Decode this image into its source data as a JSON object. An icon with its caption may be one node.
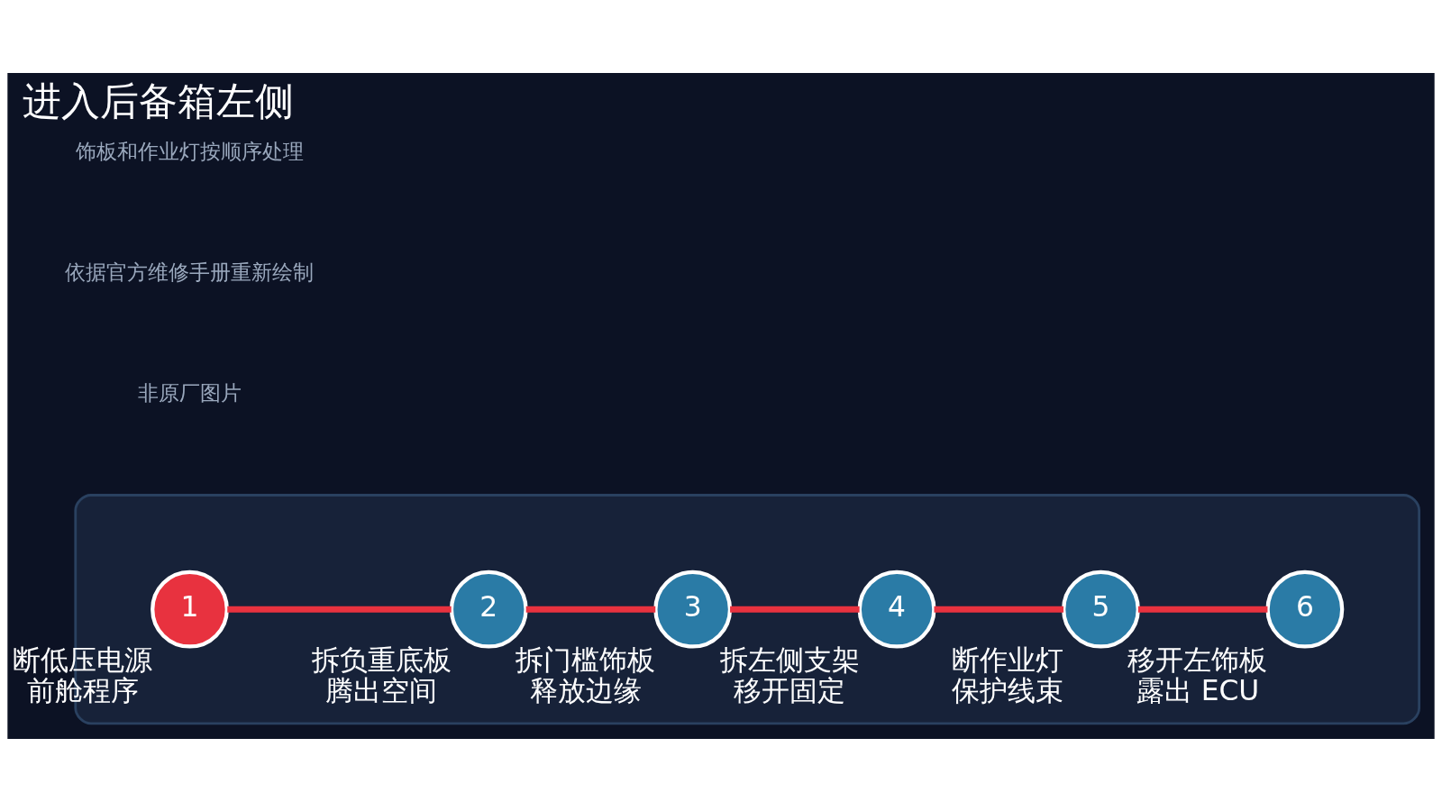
{
  "diagram": {
    "title": "进入后备箱左侧",
    "nodes": [
      {
        "text": [],
        "shape": "box"
      },
      {
        "text": [
          "1"
        ],
        "in": 0,
        "beside": [
          "断低压电源",
          "前舱程序"
        ]
      },
      {
        "text": [
          "2"
        ],
        "in": 0,
        "beside": [
          "拆负重底板",
          "腾出空间"
        ]
      },
      {
        "text": [
          "3"
        ],
        "in": 0,
        "beside": [
          "拆门槛饰板",
          "释放边缘"
        ]
      },
      {
        "text": [
          "4"
        ],
        "in": 0,
        "beside": [
          "拆左侧支架",
          "移开固定"
        ]
      },
      {
        "text": [
          "5"
        ],
        "in": 0,
        "beside": [
          "断作业灯",
          "保护线束"
        ]
      },
      {
        "text": [
          "6"
        ],
        "in": 0,
        "beside": [
          "移开左饰板",
          "露出 ECU"
        ]
      }
    ],
    "edges": [
      {
        "from": 1,
        "to": 2,
        "arrow": "none"
      },
      {
        "from": 2,
        "to": 3,
        "arrow": "none"
      },
      {
        "from": 3,
        "to": 4,
        "arrow": "none"
      },
      {
        "from": 4,
        "to": 5,
        "arrow": "none"
      },
      {
        "from": 5,
        "to": 6,
        "arrow": "none"
      }
    ],
    "labels": [
      "饰板和作业灯按顺序处理",
      "依据官方维修手册重新绘制",
      "非原厂图片"
    ]
  }
}
